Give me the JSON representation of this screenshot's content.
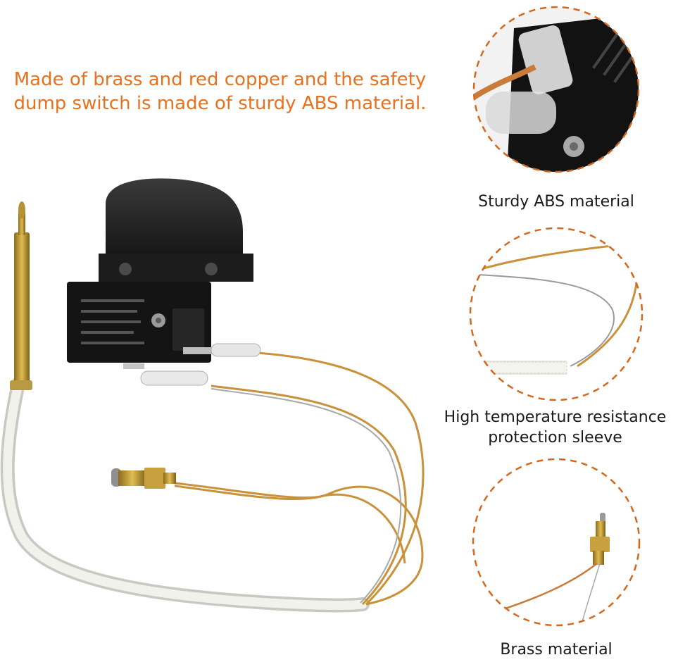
{
  "headline": {
    "line1": "Made of brass and red copper and the safety",
    "line2": "dump switch is made of sturdy ABS material."
  },
  "details": [
    {
      "caption_lines": [
        "Sturdy ABS material"
      ],
      "icon": "switch-closeup"
    },
    {
      "caption_lines": [
        "High temperature resistance",
        "protection sleeve"
      ],
      "icon": "sleeve-closeup"
    },
    {
      "caption_lines": [
        "Brass material"
      ],
      "icon": "brass-fitting-closeup"
    }
  ],
  "colors": {
    "headline": "#e8711e",
    "circle_border": "#d2691e",
    "caption": "#1a1a1a"
  }
}
